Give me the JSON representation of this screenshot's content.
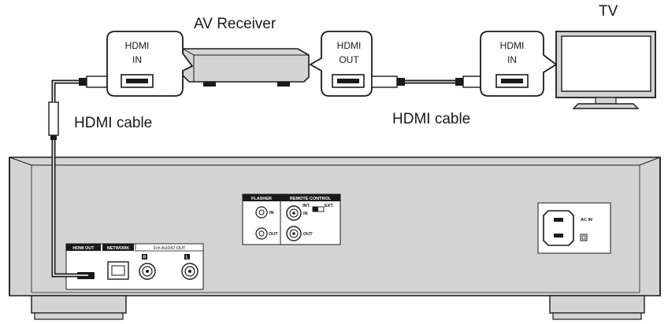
{
  "labels": {
    "av_receiver": "AV Receiver",
    "tv": "TV",
    "hdmi_cable_left": "HDMI cable",
    "hdmi_cable_right": "HDMI cable"
  },
  "callouts": {
    "receiver_in": {
      "line1": "HDMI",
      "line2": "IN"
    },
    "receiver_out": {
      "line1": "HDMI",
      "line2": "OUT"
    },
    "tv_in": {
      "line1": "HDMI",
      "line2": "IN"
    }
  },
  "rear_panel": {
    "hdmi_out": "HDMI OUT",
    "network": "NETWORK",
    "audio_out": "2ch AUDIO OUT",
    "audio_r": "R",
    "audio_l": "L",
    "flasher": "FLASHER",
    "flasher_in": "IN",
    "flasher_out": "OUT",
    "remote_control": "REMOTE CONTROL",
    "remote_int": "INT.",
    "remote_ext": "EXT.",
    "remote_in": "IN",
    "remote_out": "OUT",
    "ac_in": "AC IN"
  },
  "colors": {
    "line": "#1a1a1a",
    "panel_fill": "#d4d4d4",
    "callout_fill": "#ffffff"
  }
}
